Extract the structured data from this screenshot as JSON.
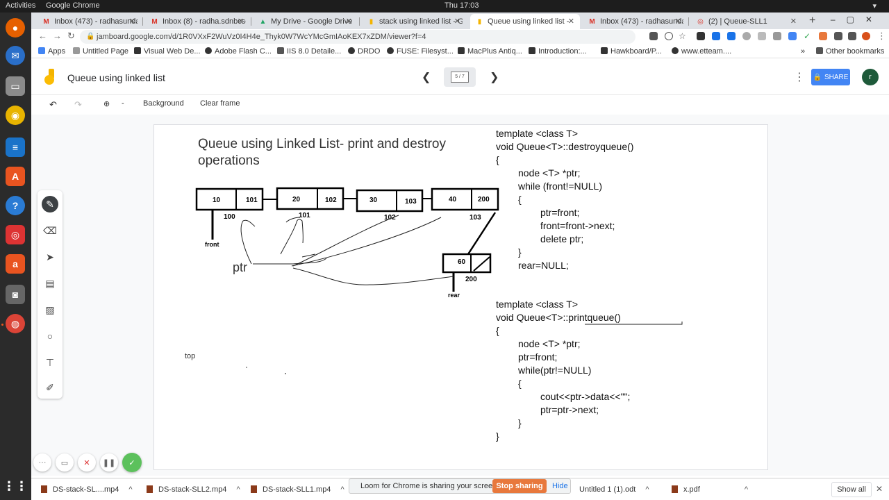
{
  "system": {
    "activities": "Activities",
    "app_name": "Google Chrome",
    "clock": "Thu 17:03"
  },
  "tabs": [
    {
      "label": "Inbox (473) - radhasunda",
      "icon": "gmail-icon",
      "color": "#d93025"
    },
    {
      "label": "Inbox (8) - radha.sdnbcsc",
      "icon": "gmail-icon",
      "color": "#d93025"
    },
    {
      "label": "My Drive - Google Drive",
      "icon": "drive-icon",
      "color": "#1fa463"
    },
    {
      "label": "stack using linked list - G",
      "icon": "jamboard-icon",
      "color": "#f4b400"
    },
    {
      "label": "Queue using linked list - G",
      "icon": "jamboard-icon",
      "color": "#f4b400",
      "active": true
    },
    {
      "label": "Inbox (473) - radhasunda",
      "icon": "gmail-icon",
      "color": "#d93025"
    },
    {
      "label": "(2) | Queue-SLL1",
      "icon": "youtube-icon",
      "color": "#d93025"
    }
  ],
  "address": {
    "url": "jamboard.google.com/d/1R0VXxF2WuVz0I4H4e_Thyk0W7WcYMcGmIAoKEX7xZDM/viewer?f=4"
  },
  "bookmarks": [
    {
      "label": "Apps",
      "color": "#4285f4"
    },
    {
      "label": "Untitled Page",
      "color": "#999"
    },
    {
      "label": "Visual Web De...",
      "color": "#333"
    },
    {
      "label": "Adobe Flash C...",
      "color": "#333"
    },
    {
      "label": "IIS 8.0 Detaile...",
      "color": "#555"
    },
    {
      "label": "DRDO",
      "color": "#333"
    },
    {
      "label": "FUSE: Filesyst...",
      "color": "#333"
    },
    {
      "label": "MacPlus Antiq...",
      "color": "#333"
    },
    {
      "label": "Introduction:...",
      "color": "#333"
    },
    {
      "label": "Hawkboard/P...",
      "color": "#333"
    },
    {
      "label": "www.etteam....",
      "color": "#333"
    }
  ],
  "bookmarks_more": "»",
  "other_bookmarks": "Other bookmarks",
  "jamboard": {
    "title": "Queue using linked list",
    "frame_counter": "5 / 7",
    "share_label": "SHARE",
    "avatar_letter": "r"
  },
  "toolbar": {
    "background": "Background",
    "clear_frame": "Clear frame"
  },
  "board": {
    "heading_line1": "Queue using Linked List- print and destroy",
    "heading_line2": "operations",
    "nodes": [
      {
        "data": "10",
        "next": "101",
        "addr": "100"
      },
      {
        "data": "20",
        "next": "102",
        "addr": "101"
      },
      {
        "data": "30",
        "next": "103",
        "addr": "102"
      },
      {
        "data": "40",
        "next": "200",
        "addr": "103"
      },
      {
        "data": "60",
        "next": "",
        "addr": "200"
      }
    ],
    "front_label": "front",
    "rear_label": "rear",
    "ptr_label": "ptr",
    "top_label": "top",
    "destroy_code": [
      "template <class T>",
      "void Queue<T>::destroyqueue()",
      "{",
      "node <T> *ptr;",
      "while (front!=NULL)",
      "{",
      "ptr=front;",
      "front=front->next;",
      "delete ptr;",
      "}",
      "rear=NULL;"
    ],
    "print_code": [
      "template <class T>",
      "void Queue<T>::printqueue()",
      "{",
      "node <T> *ptr;",
      "ptr=front;",
      "while(ptr!=NULL)",
      "{",
      "cout<<ptr->data<<\"\";",
      "ptr=ptr->next;",
      "}",
      "}"
    ]
  },
  "downloads": [
    {
      "name": "DS-stack-SL....mp4"
    },
    {
      "name": "DS-stack-SLL2.mp4"
    },
    {
      "name": "DS-stack-SLL1.mp4"
    },
    {
      "name": "Untitled 1 (1).odt"
    },
    {
      "name": "x.pdf"
    }
  ],
  "show_all": "Show all",
  "sharing": {
    "message": "Loom for Chrome is sharing your screen.",
    "stop": "Stop sharing",
    "hide": "Hide"
  }
}
